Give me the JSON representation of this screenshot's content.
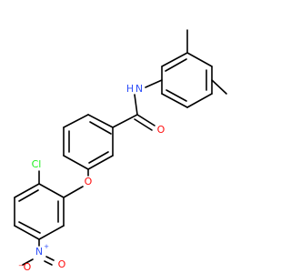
{
  "molecule": {
    "atoms": {
      "amide_n": {
        "label": "N",
        "color": "#3050F8"
      },
      "amide_h": {
        "label": "H",
        "color": "#3050F8"
      },
      "carbonyl_o": {
        "label": "O",
        "color": "#FF0D0D"
      },
      "ether_o": {
        "label": "O",
        "color": "#FF0D0D"
      },
      "chlorine": {
        "label": "Cl",
        "color": "#1FF01F"
      },
      "nitro_n": {
        "label": "N",
        "color": "#3050F8"
      },
      "nitro_n_charge": {
        "label": "+",
        "color": "#3050F8"
      },
      "nitro_o_down": {
        "label": "O",
        "color": "#FF0D0D"
      },
      "nitro_o_charge": {
        "label": "−",
        "color": "#FF0D0D"
      },
      "nitro_o_right": {
        "label": "O",
        "color": "#FF0D0D"
      }
    }
  }
}
